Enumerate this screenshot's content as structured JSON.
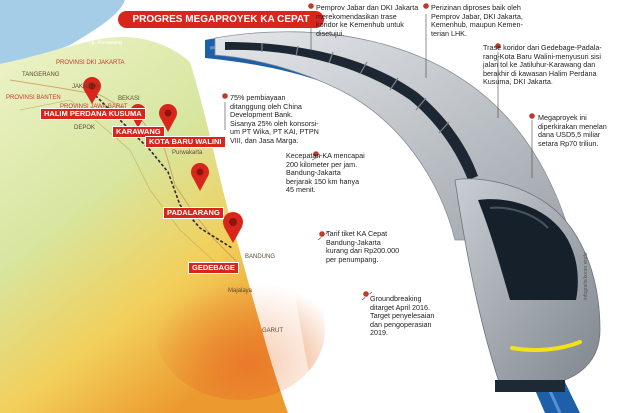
{
  "title": "PROGRES MEGAPROYEK KA CEPAT",
  "colors": {
    "accent": "#d9261c",
    "train_blue": "#1f5fa8",
    "train_grey": "#b9bec4",
    "bullet": "#c0392b"
  },
  "notes": [
    {
      "lines": [
        "Pemprov Jabar dan DKI Jakarta",
        "merekomendasikan trase",
        "koridor ke Kemenhub untuk",
        "disetujui."
      ]
    },
    {
      "lines": [
        "Perizinan diproses baik oleh",
        "Pemprov Jabar, DKI Jakarta,",
        "Kemenhub, maupun Kemen-",
        "terian LHK."
      ]
    },
    {
      "lines": [
        "Trase koridor dari Gedebage-Padala-",
        "rang-Kota Baru Walini-menyusuri sisi",
        "jalan tol ke Jatiluhur-Karawang dan",
        "berakhir di kawasan Halim Perdana",
        "Kusuma, DKI Jakarta."
      ]
    },
    {
      "lines": [
        "Megaproyek ini",
        "diperkirakan menelan",
        "dana USD5,5 miliar",
        "setara Rp70 triliun."
      ]
    },
    {
      "lines": [
        "75% pembiayaan",
        "ditanggung oleh China",
        "Development Bank.",
        "Sisanya 25% oleh konsorsi-",
        "um PT Wika, PT KAI, PTPN",
        "VIII, dan Jasa Marga."
      ]
    },
    {
      "lines": [
        "Kecepatan KA mencapai",
        "200 kilometer per jam.",
        "Bandung-Jakarta",
        "berjarak 150 km hanya",
        "45 menit."
      ]
    },
    {
      "lines": [
        "Tarif tiket KA Cepat",
        "Bandung-Jakarta",
        "kurang dari Rp200.000",
        "per penumpang."
      ]
    },
    {
      "lines": [
        "Groundbreaking",
        "ditarget April 2016.",
        "Target penyelesaian",
        "dan pengoperasian",
        "2019."
      ]
    }
  ],
  "stations": [
    {
      "label": "HALIM PERDANA KUSUMA"
    },
    {
      "label": "KARAWANG"
    },
    {
      "label": "KOTA BARU WALINI"
    },
    {
      "label": "PADALARANG"
    },
    {
      "label": "GEDEBAGE"
    }
  ],
  "map_labels": [
    {
      "text": "TANGERANG"
    },
    {
      "text": "JAKARTA"
    },
    {
      "text": "BEKASI"
    },
    {
      "text": "DEPOK"
    },
    {
      "text": "BANDUNG"
    },
    {
      "text": "GARUT"
    },
    {
      "text": "Majalaya"
    },
    {
      "text": "Tg. Karawang"
    },
    {
      "text": "Purwakarta"
    }
  ],
  "province_labels": [
    {
      "text": "PROVINSI DKI JAKARTA"
    },
    {
      "text": "PROVINSI BANTEN"
    },
    {
      "text": "PROVINSI JAWA BARAT"
    }
  ],
  "credit": "infografis/koran sindo"
}
